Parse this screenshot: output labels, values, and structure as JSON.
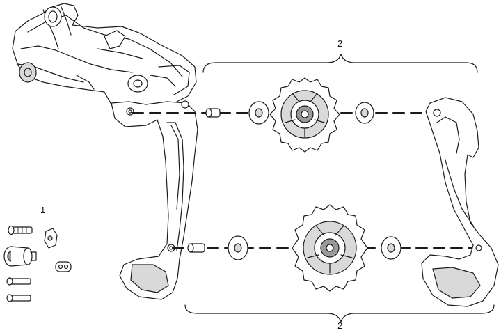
{
  "callouts": {
    "kit_hardware": "1",
    "upper_pulley_group": "2",
    "lower_pulley_group": "2"
  },
  "colors": {
    "line": "#1a1a1a",
    "fill": "#ffffff",
    "shade": "#d9d9d9",
    "dark": "#9a9a9a"
  }
}
